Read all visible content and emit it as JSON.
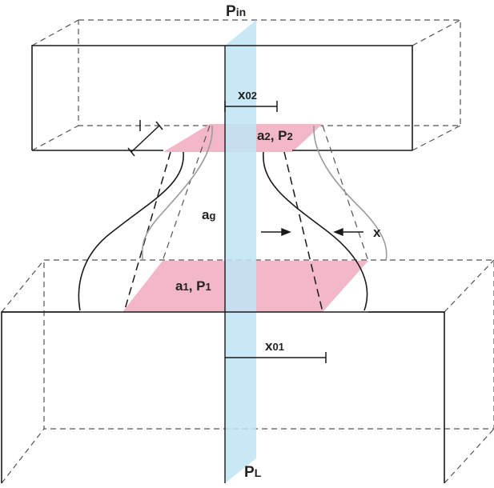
{
  "labels": {
    "p_in": {
      "main": "P",
      "sub": "in"
    },
    "x02": {
      "main": "x",
      "sub": "02"
    },
    "a2p2": {
      "a": "a",
      "a_sub": "2",
      "sep": ", P",
      "p_sub": "2"
    },
    "ag": {
      "main": "a",
      "sub": "g"
    },
    "x": "x",
    "a1p1": {
      "a": "a",
      "a_sub": "1",
      "sep": ", P",
      "p_sub": "1"
    },
    "x01": {
      "main": "x",
      "sub": "01"
    },
    "pl": {
      "main": "P",
      "sub": "L"
    }
  },
  "colors": {
    "line": "#1a1a1a",
    "dashed": "#555555",
    "gray_curve": "#9a9a9a",
    "plane_blue": "#bfe4f4",
    "area_pink": "#f2b8c8"
  }
}
